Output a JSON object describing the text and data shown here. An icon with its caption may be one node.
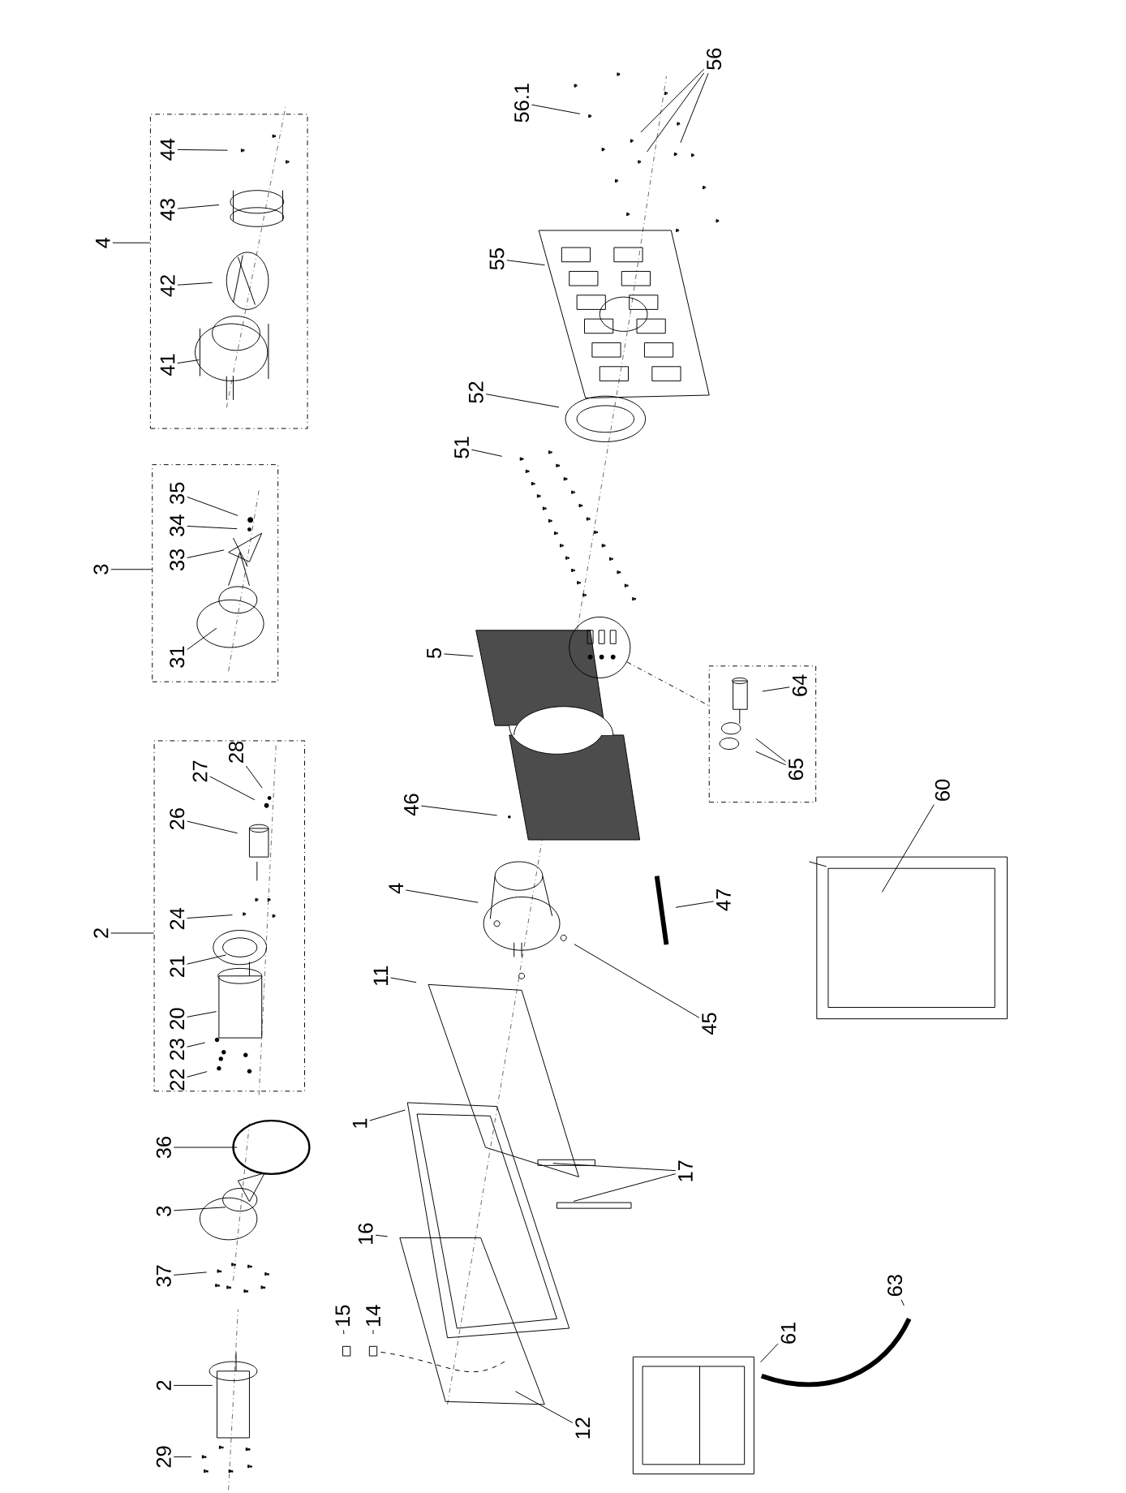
{
  "diagram": {
    "nodes": [
      {
        "text": [],
        "shape": "box"
      },
      {
        "text": [
          "4"
        ]
      },
      {
        "text": [
          "44"
        ],
        "in": 0
      },
      {
        "text": [
          "43"
        ],
        "in": 0
      },
      {
        "text": [
          "42"
        ],
        "in": 0
      },
      {
        "text": [
          "41"
        ],
        "in": 0
      },
      {
        "text": [],
        "shape": "box"
      },
      {
        "text": [
          "3"
        ]
      },
      {
        "text": [
          "35"
        ],
        "in": 6
      },
      {
        "text": [
          "34"
        ],
        "in": 6
      },
      {
        "text": [
          "33"
        ],
        "in": 6
      },
      {
        "text": [
          "31"
        ],
        "in": 6
      },
      {
        "text": [],
        "shape": "box"
      },
      {
        "text": [
          "2"
        ]
      },
      {
        "text": [
          "28"
        ],
        "in": 12
      },
      {
        "text": [
          "27"
        ],
        "in": 12
      },
      {
        "text": [
          "26"
        ],
        "in": 12
      },
      {
        "text": [
          "24"
        ],
        "in": 12
      },
      {
        "text": [
          "21"
        ],
        "in": 12
      },
      {
        "text": [
          "20"
        ],
        "in": 12
      },
      {
        "text": [
          "23"
        ],
        "in": 12
      },
      {
        "text": [
          "22"
        ],
        "in": 12
      },
      {
        "text": [
          "36"
        ]
      },
      {
        "text": [
          "3"
        ]
      },
      {
        "text": [
          "37"
        ]
      },
      {
        "text": [
          "2"
        ]
      },
      {
        "text": [
          "29"
        ]
      },
      {
        "text": [
          "15"
        ]
      },
      {
        "text": [
          "14"
        ]
      },
      {
        "text": [
          "16"
        ]
      },
      {
        "text": [
          "1"
        ]
      },
      {
        "text": [
          "11"
        ]
      },
      {
        "text": [
          "12"
        ]
      },
      {
        "text": [
          "17"
        ]
      },
      {
        "text": [
          "56.1"
        ]
      },
      {
        "text": [
          "56"
        ]
      },
      {
        "text": [
          "55"
        ]
      },
      {
        "text": [
          "52"
        ]
      },
      {
        "text": [
          "51"
        ]
      },
      {
        "text": [
          "5"
        ]
      },
      {
        "text": [
          "46"
        ]
      },
      {
        "text": [
          "4"
        ]
      },
      {
        "text": [
          "47"
        ]
      },
      {
        "text": [
          "45"
        ]
      },
      {
        "text": [],
        "shape": "circle"
      },
      {
        "text": [],
        "shape": "box"
      },
      {
        "text": [
          "64"
        ],
        "in": 45
      },
      {
        "text": [
          "65"
        ],
        "in": 45
      },
      {
        "text": [
          "60"
        ]
      },
      {
        "text": [
          "61"
        ]
      },
      {
        "text": [
          "63"
        ]
      }
    ],
    "edges": [
      {
        "from": 1,
        "to": 0,
        "arrow": "none"
      },
      {
        "from": 2,
        "to": null,
        "arrow": "none"
      },
      {
        "from": 3,
        "to": null,
        "arrow": "none"
      },
      {
        "from": 4,
        "to": null,
        "arrow": "none"
      },
      {
        "from": 5,
        "to": null,
        "arrow": "none"
      },
      {
        "from": 7,
        "to": 6,
        "arrow": "none"
      },
      {
        "from": 8,
        "to": null,
        "arrow": "none"
      },
      {
        "from": 9,
        "to": null,
        "arrow": "none"
      },
      {
        "from": 10,
        "to": null,
        "arrow": "none"
      },
      {
        "from": 11,
        "to": null,
        "arrow": "none"
      },
      {
        "from": 13,
        "to": 12,
        "arrow": "none"
      },
      {
        "from": 14,
        "to": null,
        "arrow": "none"
      },
      {
        "from": 15,
        "to": null,
        "arrow": "none"
      },
      {
        "from": 16,
        "to": null,
        "arrow": "none"
      },
      {
        "from": 17,
        "to": null,
        "arrow": "none"
      },
      {
        "from": 18,
        "to": null,
        "arrow": "none"
      },
      {
        "from": 19,
        "to": null,
        "arrow": "none"
      },
      {
        "from": 20,
        "to": null,
        "arrow": "none"
      },
      {
        "from": 21,
        "to": null,
        "arrow": "none"
      },
      {
        "from": 22,
        "to": null,
        "arrow": "none"
      },
      {
        "from": 23,
        "to": null,
        "arrow": "none"
      },
      {
        "from": 24,
        "to": null,
        "arrow": "none"
      },
      {
        "from": 25,
        "to": null,
        "arrow": "none"
      },
      {
        "from": 26,
        "to": null,
        "arrow": "none"
      },
      {
        "from": 27,
        "to": null,
        "arrow": "none"
      },
      {
        "from": 28,
        "to": null,
        "arrow": "none"
      },
      {
        "from": 29,
        "to": null,
        "arrow": "none"
      },
      {
        "from": 30,
        "to": null,
        "arrow": "none"
      },
      {
        "from": 31,
        "to": null,
        "arrow": "none"
      },
      {
        "from": 32,
        "to": null,
        "arrow": "none"
      },
      {
        "from": 33,
        "to": null,
        "arrow": "none"
      },
      {
        "from": 33,
        "to": null,
        "arrow": "none"
      },
      {
        "from": 34,
        "to": null,
        "arrow": "none"
      },
      {
        "from": 35,
        "to": null,
        "arrow": "none"
      },
      {
        "from": 35,
        "to": null,
        "arrow": "none"
      },
      {
        "from": 35,
        "to": null,
        "arrow": "none"
      },
      {
        "from": 36,
        "to": null,
        "arrow": "none"
      },
      {
        "from": 37,
        "to": null,
        "arrow": "none"
      },
      {
        "from": 38,
        "to": null,
        "arrow": "none"
      },
      {
        "from": 39,
        "to": null,
        "arrow": "none"
      },
      {
        "from": 40,
        "to": null,
        "arrow": "none"
      },
      {
        "from": 41,
        "to": null,
        "arrow": "none"
      },
      {
        "from": 42,
        "to": null,
        "arrow": "none"
      },
      {
        "from": 43,
        "to": null,
        "arrow": "none"
      },
      {
        "from": 44,
        "to": 45,
        "arrow": "none",
        "style": "dashed"
      },
      {
        "from": 46,
        "to": null,
        "arrow": "none"
      },
      {
        "from": 47,
        "to": null,
        "arrow": "none"
      },
      {
        "from": 47,
        "to": null,
        "arrow": "none"
      },
      {
        "from": 48,
        "to": null,
        "arrow": "none"
      },
      {
        "from": 49,
        "to": null,
        "arrow": "none"
      },
      {
        "from": 50,
        "to": null,
        "arrow": "none"
      }
    ]
  }
}
